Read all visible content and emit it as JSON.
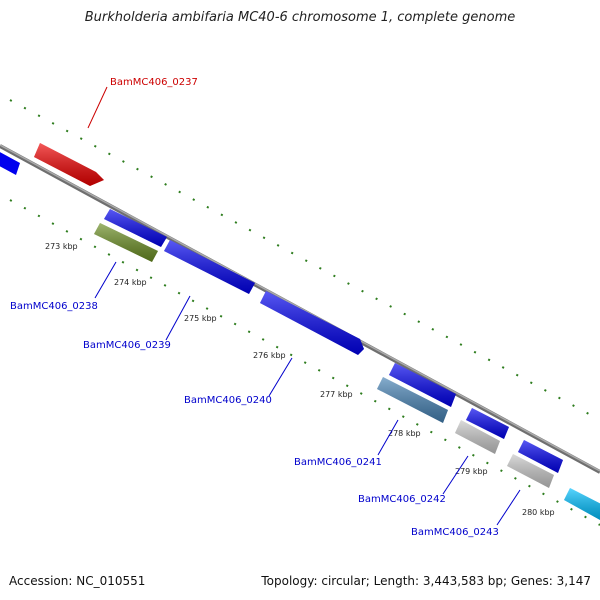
{
  "title": "Burkholderia ambifaria MC40-6 chromosome 1, complete genome",
  "footer": {
    "accession": "Accession: NC_010551",
    "summary": "Topology: circular; Length: 3,443,583 bp; Genes: 3,147"
  },
  "colors": {
    "backbone": "#888888",
    "tick": "#2e7d1e",
    "gene_blue": "#0000ee",
    "gene_red": "#ee0000",
    "gene_olive": "#6b8e23",
    "gene_steel": "#4682b4",
    "gene_grey": "#c8c8c8",
    "gene_cyan": "#00bfff",
    "label_blue": "#0000cc",
    "label_red": "#cc0000"
  },
  "ticks": {
    "labels": [
      "273 kbp",
      "274 kbp",
      "275 kbp",
      "276 kbp",
      "277 kbp",
      "278 kbp",
      "279 kbp",
      "280 kbp"
    ]
  },
  "genes": [
    {
      "name": "BamMC406_0237",
      "color": "red"
    },
    {
      "name": "BamMC406_0238",
      "color": "olive"
    },
    {
      "name": "BamMC406_0239",
      "color": "blue"
    },
    {
      "name": "BamMC406_0240",
      "color": "blue"
    },
    {
      "name": "BamMC406_0241",
      "color": "steel"
    },
    {
      "name": "BamMC406_0242",
      "color": "grey"
    },
    {
      "name": "BamMC406_0243",
      "color": "grey"
    }
  ]
}
